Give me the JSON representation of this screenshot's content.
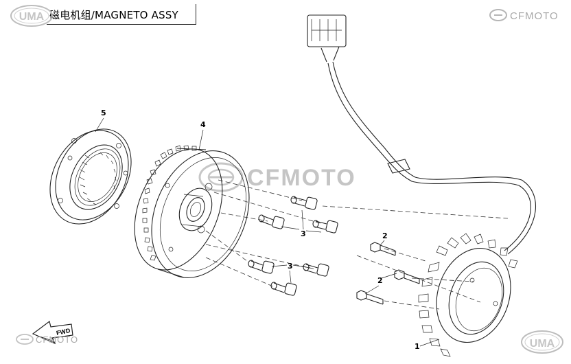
{
  "title": "磁电机组/MAGNETO ASSY",
  "logos": {
    "top_left": "UMA",
    "top_right": "CFMOTO",
    "bottom_left": "CFMOTO",
    "bottom_right": "UMA",
    "center_watermark": "CFMOTO"
  },
  "fwd_label": "FWD",
  "callouts": {
    "stator": "1",
    "stator_bolt_top": "2",
    "stator_bolt_mid": "2",
    "flywheel_bolt_upper": "3",
    "flywheel_bolt_lower": "3",
    "flywheel": "4",
    "starter_clutch": "5"
  },
  "icons": {
    "uma_logo": "uma-logo-icon",
    "cfmoto_logo": "cfmoto-logo-icon",
    "fwd_arrow": "fwd-arrow-icon"
  }
}
